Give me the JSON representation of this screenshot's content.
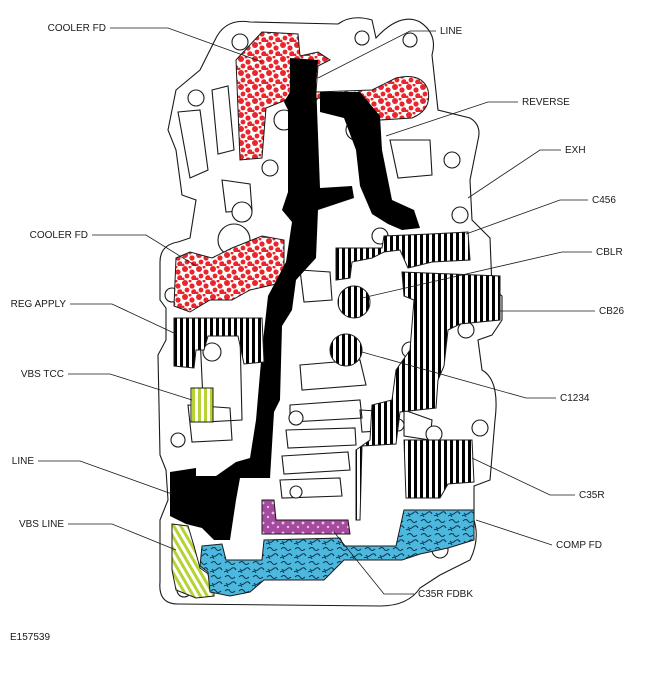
{
  "figure_id": "E157539",
  "colors": {
    "line": "#000000",
    "cooler": "#e8262c",
    "vbs": "#b5d334",
    "comp": "#4db8de",
    "c35r_fdbk": "#a54a9f",
    "outline": "#1a1a1a"
  },
  "labels": {
    "cooler_fd_top": "COOLER FD",
    "line_top": "LINE",
    "reverse": "REVERSE",
    "exh": "EXH",
    "c456": "C456",
    "cooler_fd_mid": "COOLER FD",
    "cblr": "CBLR",
    "reg_apply": "REG APPLY",
    "cb26": "CB26",
    "vbs_tcc": "VBS TCC",
    "c1234": "C1234",
    "line_bottom": "LINE",
    "c35r": "C35R",
    "vbs_line": "VBS LINE",
    "comp_fd": "COMP FD",
    "c35r_fdbk": "C35R FDBK"
  }
}
